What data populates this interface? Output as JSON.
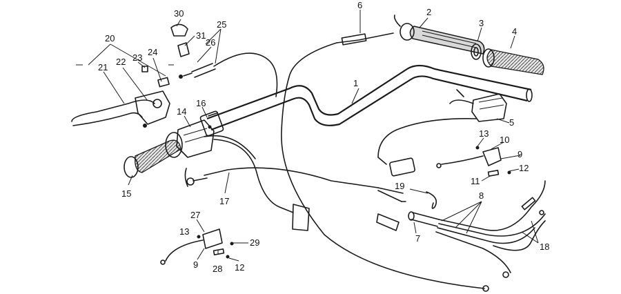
{
  "callouts": {
    "c1": "1",
    "c2": "2",
    "c3": "3",
    "c4": "4",
    "c5": "5",
    "c6": "6",
    "c7": "7",
    "c8": "8",
    "c9a": "9",
    "c9b": "9",
    "c10": "10",
    "c11": "11",
    "c12a": "12",
    "c12b": "12",
    "c13a": "13",
    "c13b": "13",
    "c14": "14",
    "c15": "15",
    "c16": "16",
    "c17": "17",
    "c18": "18",
    "c19": "19",
    "c20": "20",
    "c21": "21",
    "c22": "22",
    "c23": "23",
    "c24": "24",
    "c25": "25",
    "c26": "26",
    "c27": "27",
    "c28": "28",
    "c29": "29",
    "c30": "30",
    "c31": "31"
  }
}
